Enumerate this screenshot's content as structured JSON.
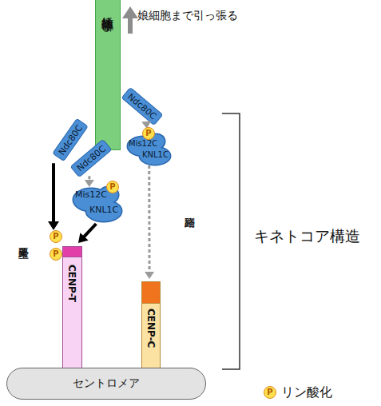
{
  "diagram": {
    "nodes": [
      {
        "text": [
          "紡錘体微小管"
        ]
      },
      {
        "text": [
          "Ndc80C"
        ]
      },
      {
        "text": [
          "Ndc80C"
        ]
      },
      {
        "text": [
          "Ndc80C"
        ]
      },
      {
        "text": [
          "Mis12C",
          "KNL1C"
        ]
      },
      {
        "text": [
          "Mis12C",
          "KNL1C"
        ]
      },
      {
        "text": [
          "CENP-T"
        ]
      },
      {
        "text": [
          "CENP-C"
        ]
      },
      {
        "text": [
          "セントロメア"
        ]
      }
    ],
    "edges": [
      {
        "from": 1,
        "to": 6,
        "arrow": "to"
      },
      {
        "from": 4,
        "to": 6,
        "arrow": "to"
      },
      {
        "from": 2,
        "to": 4,
        "arrow": "to"
      },
      {
        "from": 3,
        "to": 5,
        "arrow": "to"
      },
      {
        "from": 5,
        "to": 7,
        "arrow": "to"
      }
    ],
    "labels": [
      "娘細胞まで引っ張る",
      "主要経路",
      "副経路",
      "キネトコア構造",
      "P",
      "P",
      "P",
      "P",
      "P"
    ],
    "legend": [
      {
        "text": "リン酸化"
      }
    ]
  }
}
